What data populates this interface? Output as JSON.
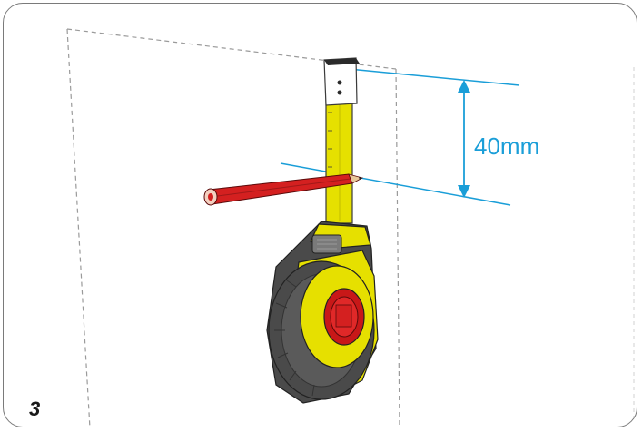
{
  "step": {
    "number": "3"
  },
  "measurement": {
    "value_mm": 40,
    "label": "40mm"
  },
  "colors": {
    "measure_lines": "#1a9ed8",
    "tape_yellow": "#e6e000",
    "tape_body_dark": "#4a4a4a",
    "pencil_red": "#d42020",
    "wall_outline": "#9a9a9a",
    "frame_border": "#7a7a7a"
  },
  "icons": {
    "tape_measure": "tape-measure-icon",
    "pencil": "pencil-icon",
    "dimension_arrow": "double-arrow-icon"
  }
}
